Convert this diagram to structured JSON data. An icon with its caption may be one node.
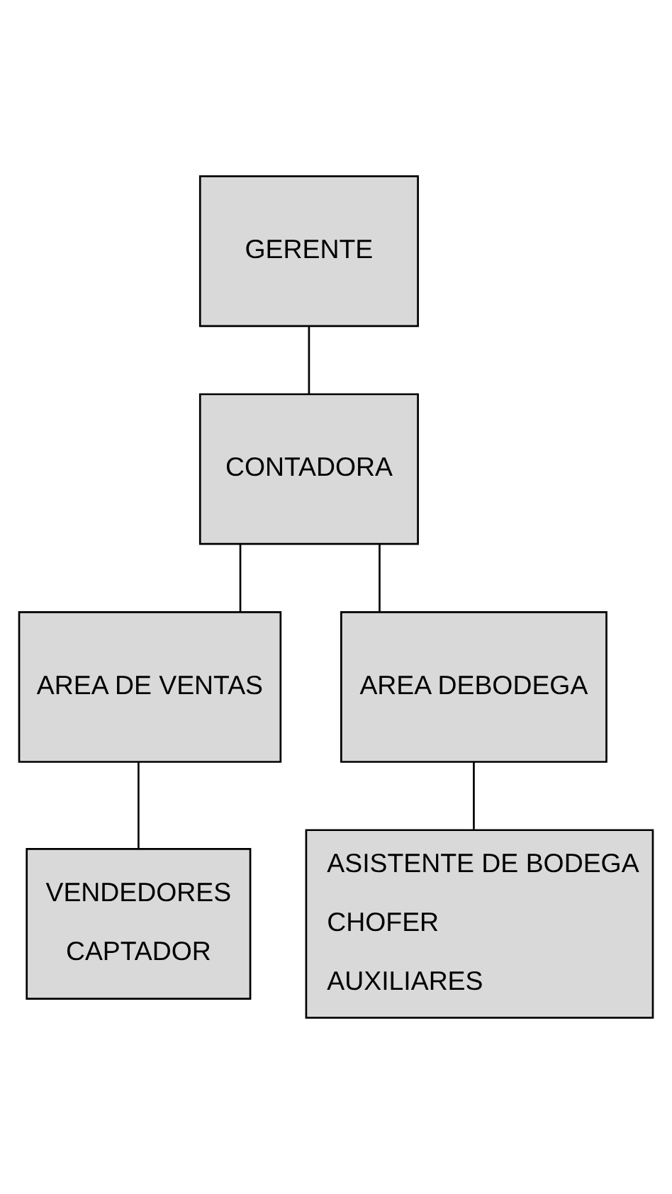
{
  "diagram": {
    "nodes": [
      {
        "text": [
          "GERENTE"
        ]
      },
      {
        "text": [
          "CONTADORA"
        ]
      },
      {
        "text": [
          "AREA DE VENTAS"
        ]
      },
      {
        "text": [
          "AREA DEBODEGA"
        ]
      },
      {
        "text": [
          "VENDEDORES",
          "CAPTADOR"
        ]
      },
      {
        "text": [
          "ASISTENTE DE BODEGA",
          "CHOFER",
          "AUXILIARES"
        ]
      }
    ],
    "edges": [
      {
        "from": 0,
        "to": 1,
        "arrow": "none"
      },
      {
        "from": 1,
        "to": 2,
        "arrow": "none"
      },
      {
        "from": 1,
        "to": 3,
        "arrow": "none"
      },
      {
        "from": 2,
        "to": 4,
        "arrow": "none"
      },
      {
        "from": 3,
        "to": 5,
        "arrow": "none"
      }
    ]
  }
}
